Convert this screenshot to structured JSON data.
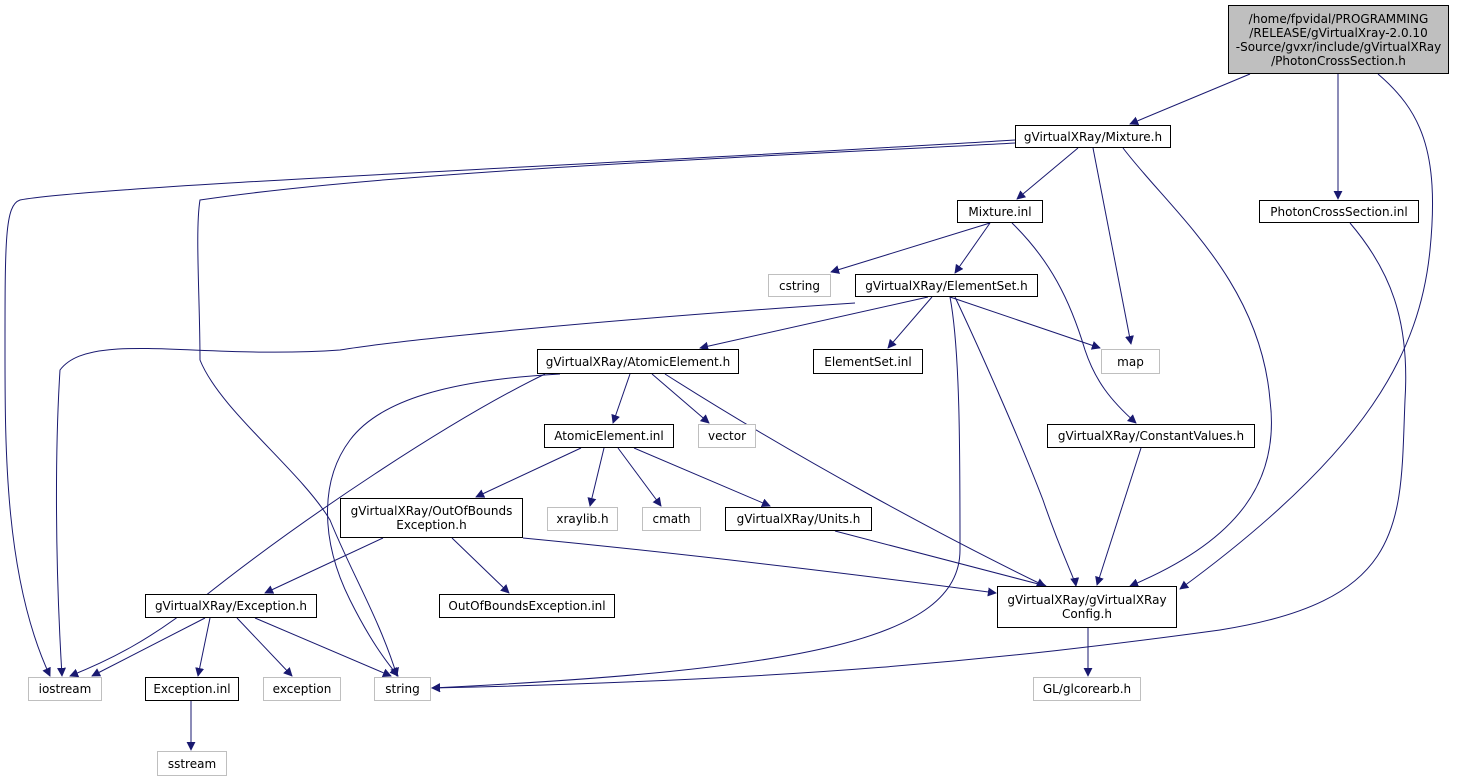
{
  "colors": {
    "edge": "#191970",
    "documented_border": "#000000",
    "external_border": "#bfbfbf",
    "root_fill": "#bfbfbf"
  },
  "nodes": {
    "root": {
      "lines": [
        "/home/fpvidal/PROGRAMMING",
        "/RELEASE/gVirtualXray-2.0.10",
        "-Source/gvxr/include/gVirtualXRay",
        "/PhotonCrossSection.h"
      ]
    },
    "mixture_h": {
      "label": "gVirtualXRay/Mixture.h"
    },
    "photon_inl": {
      "label": "PhotonCrossSection.inl"
    },
    "mixture_inl": {
      "label": "Mixture.inl"
    },
    "cstring": {
      "label": "cstring"
    },
    "elementset_h": {
      "label": "gVirtualXRay/ElementSet.h"
    },
    "atomic_h": {
      "label": "gVirtualXRay/AtomicElement.h"
    },
    "elementset_inl": {
      "label": "ElementSet.inl"
    },
    "map": {
      "label": "map"
    },
    "atomic_inl": {
      "label": "AtomicElement.inl"
    },
    "vector": {
      "label": "vector"
    },
    "constant_h": {
      "label": "gVirtualXRay/ConstantValues.h"
    },
    "oob_h": {
      "lines": [
        "gVirtualXRay/OutOfBounds",
        "Exception.h"
      ]
    },
    "xraylib": {
      "label": "xraylib.h"
    },
    "cmath": {
      "label": "cmath"
    },
    "units_h": {
      "label": "gVirtualXRay/Units.h"
    },
    "exception_h": {
      "label": "gVirtualXRay/Exception.h"
    },
    "oob_inl": {
      "label": "OutOfBoundsException.inl"
    },
    "config_h": {
      "lines": [
        "gVirtualXRay/gVirtualXRay",
        "Config.h"
      ]
    },
    "iostream": {
      "label": "iostream"
    },
    "exception_inl": {
      "label": "Exception.inl"
    },
    "exception": {
      "label": "exception"
    },
    "string": {
      "label": "string"
    },
    "glcorearb": {
      "label": "GL/glcorearb.h"
    },
    "sstream": {
      "label": "sstream"
    }
  }
}
